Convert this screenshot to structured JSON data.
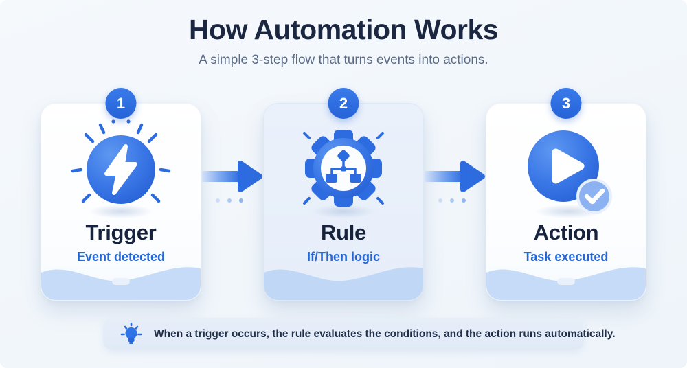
{
  "header": {
    "title": "How Automation Works",
    "subtitle": "A simple 3-step flow that turns events into actions."
  },
  "steps": [
    {
      "number": "1",
      "title": "Trigger",
      "subtitle": "Event detected",
      "icon": "lightning-icon"
    },
    {
      "number": "2",
      "title": "Rule",
      "subtitle": "If/Then logic",
      "icon": "gear-flowchart-icon"
    },
    {
      "number": "3",
      "title": "Action",
      "subtitle": "Task executed",
      "icon": "play-check-icon"
    }
  ],
  "note": {
    "icon": "lightbulb-icon",
    "text": "When a trigger occurs, the rule evaluates the conditions, and the action runs automatically."
  },
  "colors": {
    "accent_blue": "#2d6ce0",
    "badge_blue": "#2e6fe0",
    "title_navy": "#1b2740",
    "subtitle_slate": "#5a6a86",
    "step_label_blue": "#2567d6",
    "card_tint": "#e8effa",
    "wave_blue": "#c4daf6",
    "background": "#f3f7fb",
    "note_background": "#e3ecf7"
  }
}
